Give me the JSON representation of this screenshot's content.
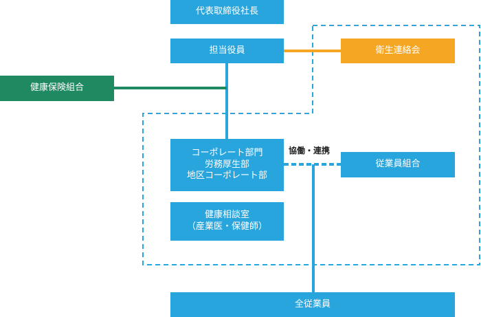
{
  "colors": {
    "blue": "#29a5de",
    "orange": "#f5a623",
    "green": "#1f8a62",
    "dash": "#29a5de"
  },
  "nodes": {
    "ceo": "代表取締役社長",
    "officer": "担当役員",
    "safety_committee": "衛生連絡会",
    "health_insurance": "健康保険組合",
    "corporate_dept": [
      "コーポレート部門",
      "労務厚生部",
      "地区コーポレート部"
    ],
    "health_room": [
      "健康相談室",
      "（産業医・保健師）"
    ],
    "employee_union": "従業員組合",
    "all_employees": "全従業員"
  },
  "relation_label": "協働・連携"
}
